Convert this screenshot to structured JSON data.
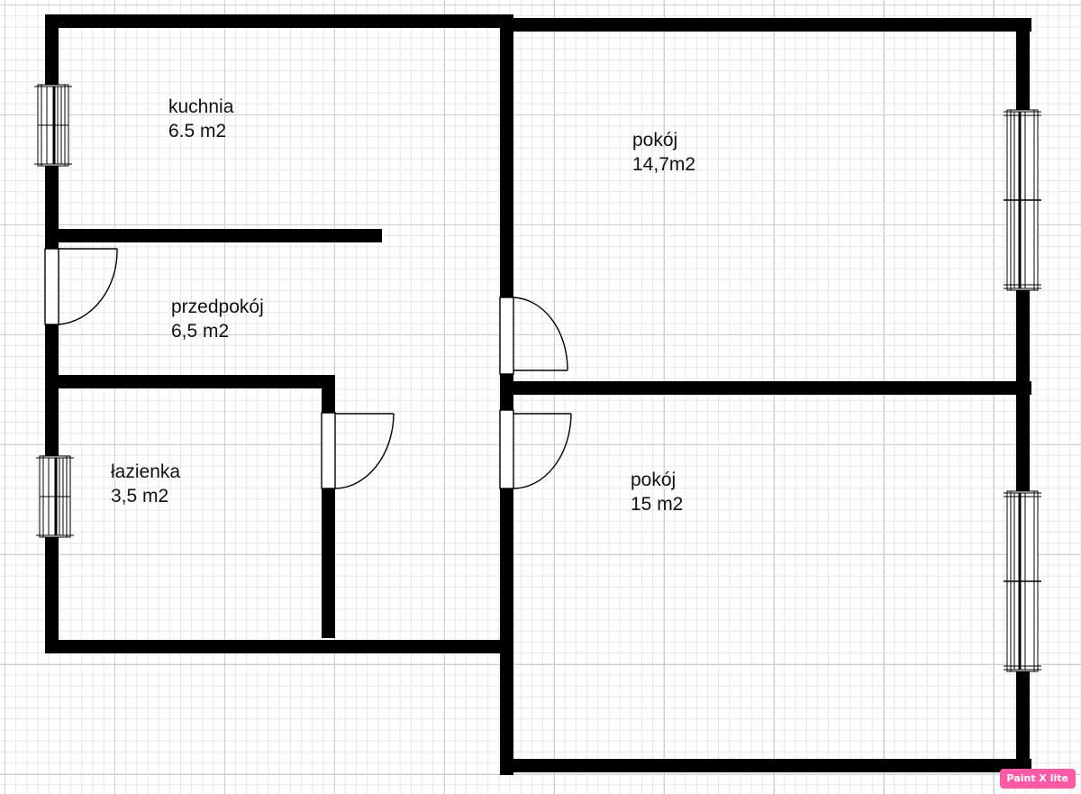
{
  "rooms": {
    "kitchen": {
      "name": "kuchnia",
      "area": "6.5 m2"
    },
    "room1": {
      "name": "pokój",
      "area": "14,7m2"
    },
    "hallway": {
      "name": "przedpokój",
      "area": "6,5 m2"
    },
    "bathroom": {
      "name": "łazienka",
      "area": "3,5 m2"
    },
    "room2": {
      "name": "pokój",
      "area": "15 m2"
    }
  },
  "app_badge": "Paint X lite",
  "colors": {
    "wall": "#000000",
    "grid_major": "#cfcfcf",
    "grid_minor": "#e6e6e6",
    "badge": "#ff5aa5"
  }
}
